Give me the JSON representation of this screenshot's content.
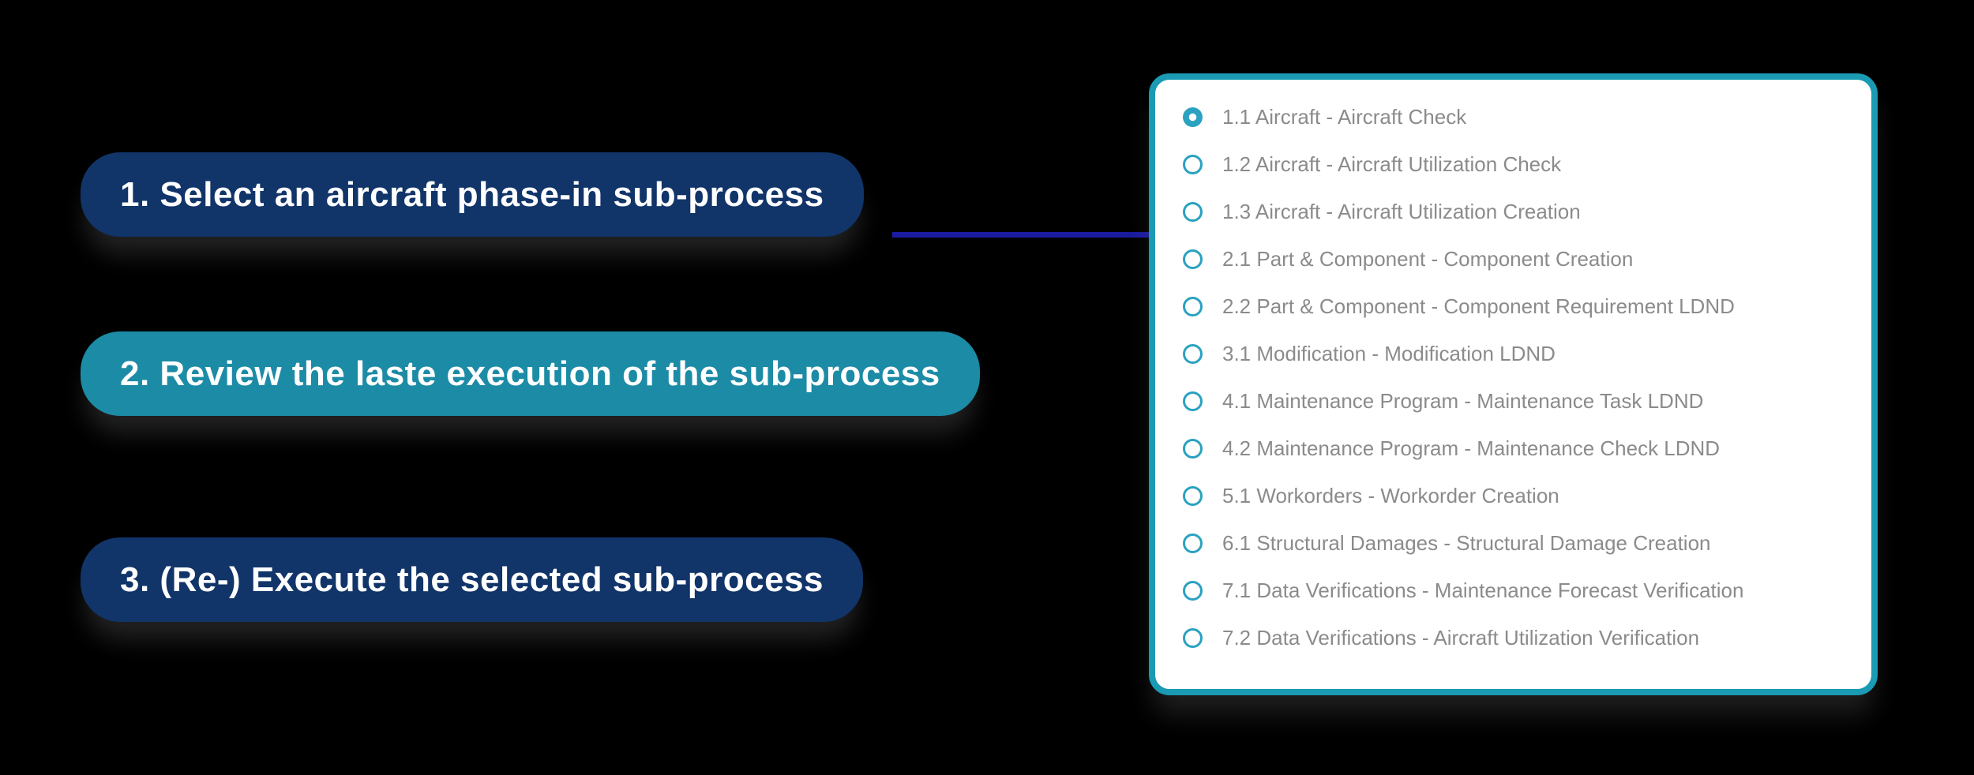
{
  "background_color": "#000000",
  "steps": [
    {
      "label": "1. Select an aircraft phase-in sub-process",
      "color": "#113469"
    },
    {
      "label": "2. Review the laste execution of the sub-process",
      "color": "#1C8BA6"
    },
    {
      "label": "3. (Re-) Execute the selected sub-process",
      "color": "#113469"
    }
  ],
  "connector": {
    "color": "#1B1BA0"
  },
  "panel": {
    "border_color": "#1A9AB3",
    "background_color": "#FFFFFF",
    "radio_color": "#2AA2C0",
    "text_color": "#8B8B8B",
    "items": [
      {
        "label": "1.1 Aircraft - Aircraft Check",
        "selected": true
      },
      {
        "label": "1.2 Aircraft - Aircraft Utilization Check",
        "selected": false
      },
      {
        "label": "1.3 Aircraft - Aircraft Utilization Creation",
        "selected": false
      },
      {
        "label": "2.1 Part & Component - Component Creation",
        "selected": false
      },
      {
        "label": "2.2 Part & Component - Component Requirement LDND",
        "selected": false
      },
      {
        "label": "3.1 Modification - Modification LDND",
        "selected": false
      },
      {
        "label": "4.1 Maintenance Program - Maintenance Task LDND",
        "selected": false
      },
      {
        "label": "4.2 Maintenance Program - Maintenance Check LDND",
        "selected": false
      },
      {
        "label": "5.1 Workorders - Workorder Creation",
        "selected": false
      },
      {
        "label": "6.1 Structural Damages - Structural Damage Creation",
        "selected": false
      },
      {
        "label": "7.1 Data Verifications - Maintenance Forecast Verification",
        "selected": false
      },
      {
        "label": "7.2 Data Verifications - Aircraft Utilization Verification",
        "selected": false
      }
    ]
  }
}
